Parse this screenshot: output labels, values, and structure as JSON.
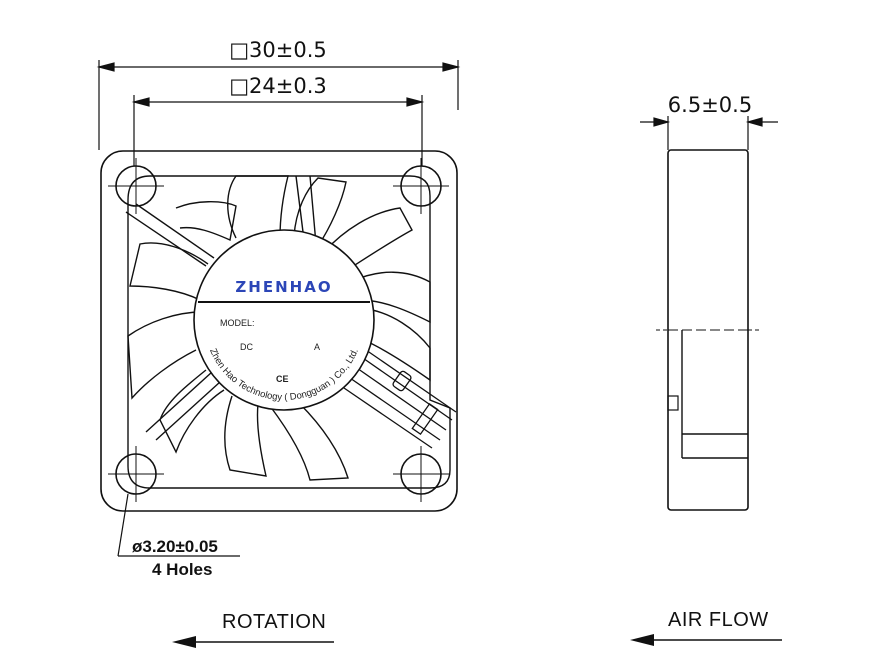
{
  "dimensions": {
    "outer_size": "□30±0.5",
    "inner_size": "□24±0.3",
    "thickness": "6.5±0.5",
    "hole_diameter": "ø3.20±0.05",
    "hole_count": "4 Holes"
  },
  "label": {
    "brand": "ZHENHAO",
    "model": "MODEL:",
    "dc": "DC",
    "amp": "A",
    "ce_mark": "CE",
    "company": "Zhen Hao Technology ( Dongguan ) Co., Ltd."
  },
  "directions": {
    "rotation": "ROTATION",
    "air_flow": "AIR  FLOW"
  }
}
